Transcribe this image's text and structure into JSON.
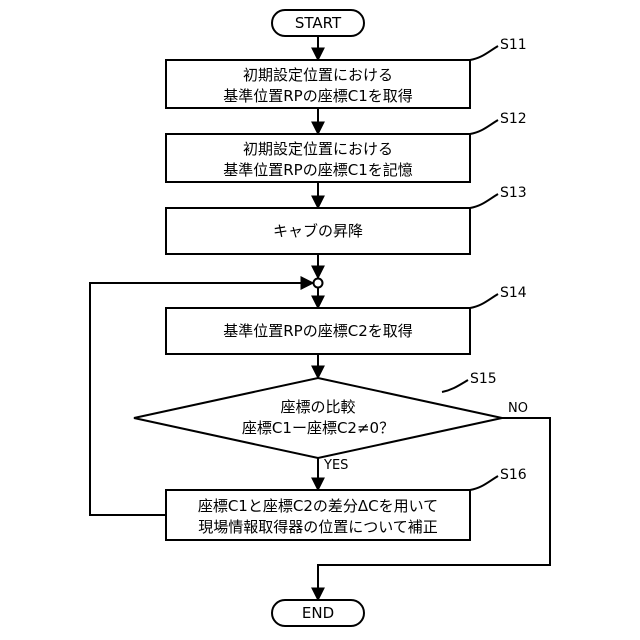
{
  "terminals": {
    "start": "START",
    "end": "END"
  },
  "steps": [
    {
      "id": "S11",
      "lines": [
        "初期設定位置における",
        "基準位置RPの座標C1を取得"
      ]
    },
    {
      "id": "S12",
      "lines": [
        "初期設定位置における",
        "基準位置RPの座標C1を記憶"
      ]
    },
    {
      "id": "S13",
      "lines": [
        "キャブの昇降"
      ]
    },
    {
      "id": "S14",
      "lines": [
        "基準位置RPの座標C2を取得"
      ]
    },
    {
      "id": "S15",
      "lines": [
        "座標の比較",
        "座標C1ー座標C2≠0？"
      ]
    },
    {
      "id": "S16",
      "lines": [
        "座標C1と座標C2の差分ΔCを用いて",
        "現場情報取得器の位置について補正"
      ]
    }
  ],
  "branches": {
    "yes": "YES",
    "no": "NO"
  }
}
